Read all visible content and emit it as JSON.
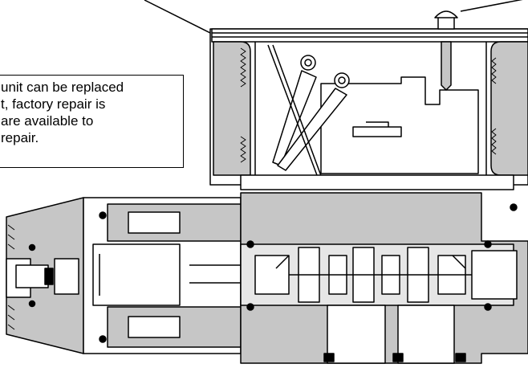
{
  "callout": {
    "lines": [
      "unit can be replaced",
      "t, factory repair is",
      "are available to",
      "repair."
    ]
  },
  "colors": {
    "casting": "#c6c6c6",
    "spool_body": "#e6e6e6",
    "outline": "#000000",
    "background": "#ffffff",
    "seal": "#000000"
  }
}
